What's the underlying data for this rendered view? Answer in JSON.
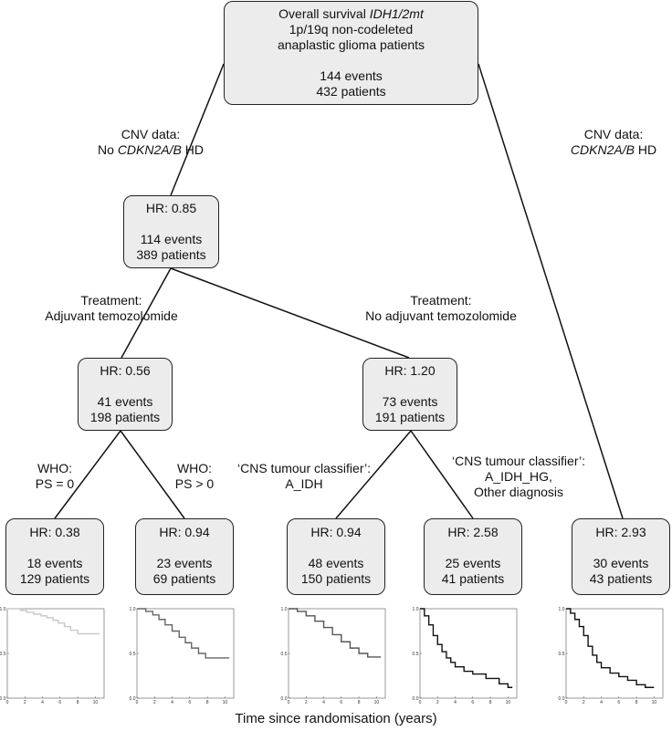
{
  "root": {
    "title_prefix": "Overall survival ",
    "title_italic": "IDH1/2mt",
    "line2": "1p/19q non-codeleted",
    "line3": "anaplastic glioma patients",
    "events": "144 events",
    "patients": "432 patients"
  },
  "edges": {
    "no_cdkn": {
      "line1": "CNV data:",
      "line2_prefix": "No ",
      "line2_italic": "CDKN2A/B",
      "line2_suffix": " HD"
    },
    "cdkn": {
      "line1": "CNV data:",
      "line2_italic": "CDKN2A/B",
      "line2_suffix": " HD"
    },
    "adjuvant": {
      "line1": "Treatment:",
      "line2": "Adjuvant temozolomide"
    },
    "no_adjuvant": {
      "line1": "Treatment:",
      "line2": "No adjuvant temozolomide"
    },
    "ps0": {
      "line1": "WHO:",
      "line2": "PS = 0"
    },
    "ps_gt0": {
      "line1": "WHO:",
      "line2": "PS > 0"
    },
    "cns_aidh": {
      "line1": "‘CNS tumour classifier’:",
      "line2": "A_IDH"
    },
    "cns_hg": {
      "line1": "‘CNS tumour classifier’:",
      "line2": "A_IDH_HG,",
      "line3": "Other diagnosis"
    }
  },
  "nodes": {
    "n_085": {
      "hr": "HR: 0.85",
      "events": "114 events",
      "patients": "389 patients"
    },
    "n_056": {
      "hr": "HR: 0.56",
      "events": "41 events",
      "patients": "198 patients"
    },
    "n_120": {
      "hr": "HR: 1.20",
      "events": "73 events",
      "patients": "191 patients"
    },
    "n_038": {
      "hr": "HR: 0.38",
      "events": "18 events",
      "patients": "129 patients"
    },
    "n_094a": {
      "hr": "HR: 0.94",
      "events": "23 events",
      "patients": "69 patients"
    },
    "n_094b": {
      "hr": "HR: 0.94",
      "events": "48 events",
      "patients": "150 patients"
    },
    "n_258": {
      "hr": "HR: 2.58",
      "events": "25 events",
      "patients": "41 patients"
    },
    "n_293": {
      "hr": "HR: 2.93",
      "events": "30 events",
      "patients": "43 patients"
    }
  },
  "axis_label": "Time since randomisation (years)",
  "chart_data": [
    {
      "type": "line",
      "name": "leaf-1",
      "color": "#c8c8c8",
      "xlim": [
        0,
        11
      ],
      "ylim": [
        0,
        1
      ],
      "xticks": [
        "0",
        "2",
        "4",
        "6",
        "8",
        "10"
      ],
      "yticks": [
        "0.0",
        "0.5",
        "1.0"
      ],
      "x": [
        0,
        1.5,
        2.2,
        3.0,
        3.8,
        4.5,
        5.2,
        5.8,
        6.5,
        7.2,
        8.0,
        10.5
      ],
      "y": [
        1.0,
        0.98,
        0.96,
        0.94,
        0.92,
        0.9,
        0.87,
        0.84,
        0.8,
        0.76,
        0.72,
        0.72
      ]
    },
    {
      "type": "line",
      "name": "leaf-2",
      "color": "#666666",
      "xlim": [
        0,
        11
      ],
      "ylim": [
        0,
        1
      ],
      "xticks": [
        "0",
        "2",
        "4",
        "6",
        "8",
        "10"
      ],
      "yticks": [
        "0.0",
        "0.5",
        "1.0"
      ],
      "x": [
        0,
        1.0,
        1.8,
        2.5,
        3.2,
        4.0,
        4.8,
        5.5,
        6.2,
        7.0,
        7.8,
        10.5
      ],
      "y": [
        1.0,
        0.97,
        0.93,
        0.88,
        0.82,
        0.75,
        0.68,
        0.62,
        0.56,
        0.5,
        0.45,
        0.45
      ]
    },
    {
      "type": "line",
      "name": "leaf-3",
      "color": "#555555",
      "xlim": [
        0,
        11
      ],
      "ylim": [
        0,
        1
      ],
      "xticks": [
        "0",
        "2",
        "4",
        "6",
        "8",
        "10"
      ],
      "yticks": [
        "0.0",
        "0.5",
        "1.0"
      ],
      "x": [
        0,
        1.0,
        2.0,
        3.0,
        4.0,
        5.0,
        6.0,
        7.0,
        8.0,
        9.0,
        10.5
      ],
      "y": [
        1.0,
        0.97,
        0.92,
        0.86,
        0.79,
        0.71,
        0.63,
        0.56,
        0.5,
        0.46,
        0.46
      ]
    },
    {
      "type": "line",
      "name": "leaf-4",
      "color": "#111111",
      "xlim": [
        0,
        11
      ],
      "ylim": [
        0,
        1
      ],
      "xticks": [
        "0",
        "2",
        "4",
        "6",
        "8",
        "10"
      ],
      "yticks": [
        "0.0",
        "0.5",
        "1.0"
      ],
      "x": [
        0,
        0.5,
        1.0,
        1.5,
        2.0,
        2.5,
        3.0,
        3.5,
        4.0,
        5.0,
        6.0,
        7.5,
        9.0,
        10.0,
        10.5
      ],
      "y": [
        1.0,
        0.92,
        0.82,
        0.7,
        0.6,
        0.52,
        0.45,
        0.4,
        0.35,
        0.3,
        0.27,
        0.22,
        0.16,
        0.12,
        0.12
      ]
    },
    {
      "type": "line",
      "name": "leaf-5",
      "color": "#111111",
      "xlim": [
        0,
        11
      ],
      "ylim": [
        0,
        1
      ],
      "xticks": [
        "0",
        "2",
        "4",
        "6",
        "8",
        "10"
      ],
      "yticks": [
        "0.0",
        "0.5",
        "1.0"
      ],
      "x": [
        0,
        0.5,
        1.0,
        1.5,
        2.0,
        2.5,
        3.0,
        3.5,
        4.0,
        5.0,
        6.0,
        7.0,
        8.0,
        9.0,
        10.0
      ],
      "y": [
        1.0,
        0.95,
        0.88,
        0.8,
        0.7,
        0.58,
        0.48,
        0.4,
        0.34,
        0.28,
        0.24,
        0.2,
        0.15,
        0.12,
        0.12
      ]
    }
  ]
}
